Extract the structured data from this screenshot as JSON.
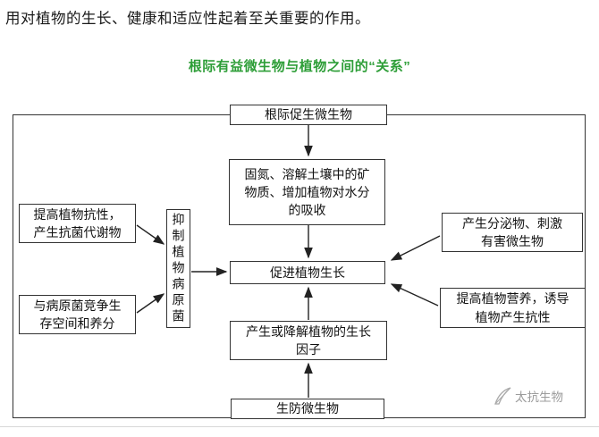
{
  "intro": {
    "text": "用对植物的生长、健康和适应性起着至关重要的作用。"
  },
  "title": {
    "text": "根际有益微生物与植物之间的“关系”",
    "color": "#2e9e38"
  },
  "diagram": {
    "nodes": {
      "top": "根际促生微生物",
      "nitrogen": "固氮、溶解土壤中的矿物质、增加植物对水分的吸收",
      "promote": "促进植物生长",
      "resist": "提高植物抗性，产生抗菌代谢物",
      "compete": "与病原菌竞争生存空间和养分",
      "inhibit": "抑制植物病原菌",
      "secrete": "产生分泌物、刺激有害微生物",
      "nutrition": "提高植物营养，诱导植物产生抗性",
      "growth_factor": "产生或降解植物的生长因子",
      "biocontrol": "生防微生物"
    },
    "edges": [
      {
        "from": "top",
        "to": "nitrogen"
      },
      {
        "from": "nitrogen",
        "to": "promote"
      },
      {
        "from": "resist",
        "to": "inhibit"
      },
      {
        "from": "compete",
        "to": "inhibit"
      },
      {
        "from": "inhibit",
        "to": "promote"
      },
      {
        "from": "secrete",
        "to": "promote"
      },
      {
        "from": "nutrition",
        "to": "promote"
      },
      {
        "from": "growth_factor",
        "to": "promote"
      },
      {
        "from": "biocontrol",
        "to": "growth_factor"
      }
    ]
  },
  "watermark": {
    "text": "太抗生物"
  }
}
